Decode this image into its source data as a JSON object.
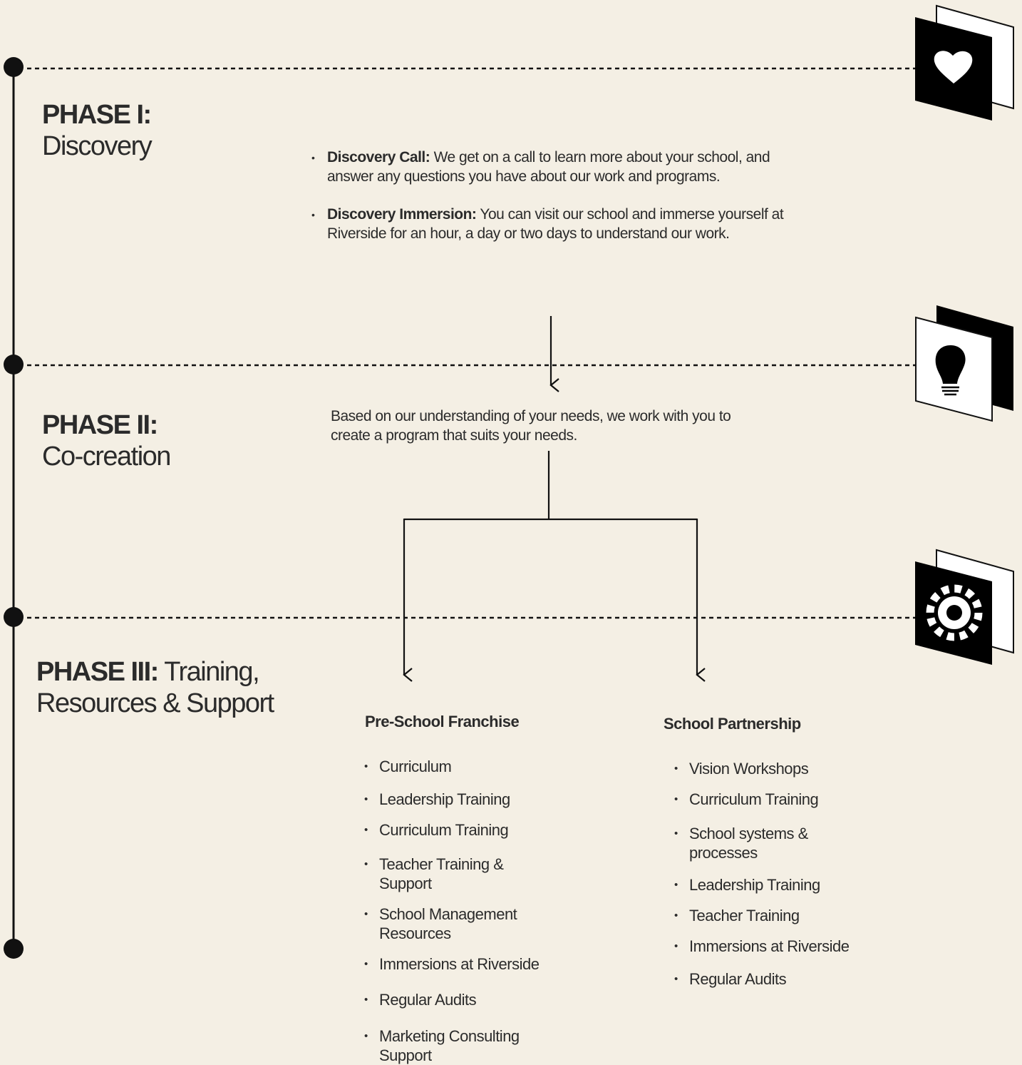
{
  "phases": [
    {
      "label": "PHASE I:",
      "name": "Discovery",
      "icon": "heart-icon"
    },
    {
      "label": "PHASE II:",
      "name": "Co-creation",
      "icon": "lightbulb-icon"
    },
    {
      "label": "PHASE III:",
      "name": "Training, Resources & Support",
      "icon": "gear-icon"
    }
  ],
  "discovery": {
    "items": [
      {
        "bold": "Discovery Call:",
        "text": " We get on a call to learn more about your school, and answer any questions you have about our work and programs."
      },
      {
        "bold": "Discovery Immersion:",
        "text": " You can visit our school and immerse yourself at Riverside for an hour, a day or two days to understand our work."
      }
    ]
  },
  "cocreation": {
    "text": "Based on our understanding of your needs, we work with you to create a program that suits your needs."
  },
  "programs": {
    "preschool": {
      "title": "Pre-School Franchise",
      "items": [
        "Curriculum",
        "Leadership Training",
        "Curriculum Training",
        "Teacher Training & Support",
        "School Management Resources",
        "Immersions at Riverside",
        "Regular Audits",
        "Marketing Consulting Support"
      ]
    },
    "partnership": {
      "title": "School Partnership",
      "items": [
        "Vision Workshops",
        "Curriculum Training",
        "School systems & processes",
        "Leadership Training",
        "Teacher Training",
        "Immersions at Riverside",
        "Regular Audits"
      ]
    }
  },
  "colors": {
    "background": "#f4efe4",
    "ink": "#111111",
    "text": "#2b2b2b"
  }
}
